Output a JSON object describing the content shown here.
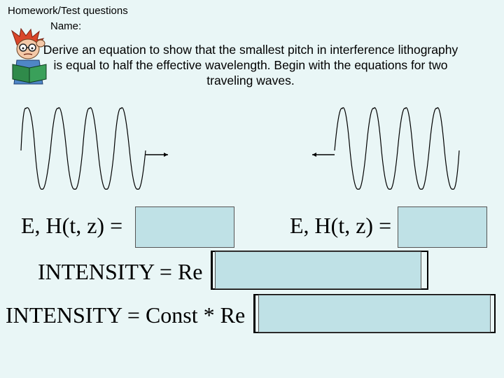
{
  "header": {
    "title": "Homework/Test questions",
    "name_label": "Name:"
  },
  "prompt": {
    "text": "Derive an equation to show that the smallest pitch in interference lithography is equal to half the effective wavelength. Begin with the equations for two traveling waves."
  },
  "equations": {
    "field_eq_lhs": "E, H(t, z) =",
    "intensity_lhs": "INTENSITY = Re",
    "intensity_const_lhs": "INTENSITY = Const * Re"
  },
  "colors": {
    "background": "#e9f6f6",
    "answer_box": "#bfe1e6"
  },
  "icons": {
    "clipart": "reading-student-clipart-icon",
    "arrow_right": "arrow-right-icon",
    "arrow_left": "arrow-left-icon"
  }
}
